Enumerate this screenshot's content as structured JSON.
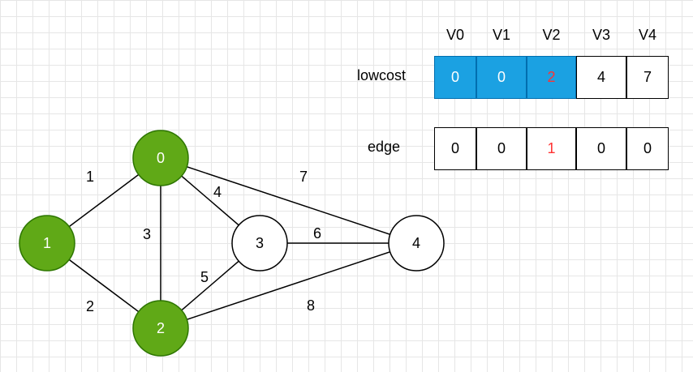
{
  "graph": {
    "nodes": [
      {
        "id": "0",
        "label": "0",
        "selected": true
      },
      {
        "id": "1",
        "label": "1",
        "selected": true
      },
      {
        "id": "2",
        "label": "2",
        "selected": true
      },
      {
        "id": "3",
        "label": "3",
        "selected": false
      },
      {
        "id": "4",
        "label": "4",
        "selected": false
      }
    ],
    "edges": [
      {
        "from": "1",
        "to": "0",
        "weight": "1"
      },
      {
        "from": "1",
        "to": "2",
        "weight": "2"
      },
      {
        "from": "0",
        "to": "2",
        "weight": "3"
      },
      {
        "from": "0",
        "to": "3",
        "weight": "4"
      },
      {
        "from": "2",
        "to": "3",
        "weight": "5"
      },
      {
        "from": "3",
        "to": "4",
        "weight": "6"
      },
      {
        "from": "0",
        "to": "4",
        "weight": "7"
      },
      {
        "from": "2",
        "to": "4",
        "weight": "8"
      }
    ]
  },
  "table": {
    "headers": [
      "V0",
      "V1",
      "V2",
      "V3",
      "V4"
    ],
    "lowcost": {
      "label": "lowcost",
      "values": [
        "0",
        "0",
        "2",
        "4",
        "7"
      ],
      "highlighted": [
        true,
        true,
        true,
        false,
        false
      ],
      "red_text": [
        false,
        false,
        true,
        false,
        false
      ]
    },
    "edge": {
      "label": "edge",
      "values": [
        "0",
        "0",
        "1",
        "0",
        "0"
      ],
      "highlighted": [
        false,
        false,
        false,
        false,
        false
      ],
      "red_text": [
        false,
        false,
        true,
        false,
        false
      ]
    }
  },
  "colors": {
    "selected_node_fill": "#60a917",
    "selected_node_stroke": "#2d7600",
    "selected_node_text": "#ffffff",
    "unselected_node_fill": "#ffffff",
    "unselected_node_stroke": "#000000",
    "unselected_node_text": "#000000",
    "highlight_cell_fill": "#1ba1e2",
    "highlight_cell_stroke": "#006eaf",
    "highlight_cell_text": "#ffffff",
    "red_text": "#ff3333"
  }
}
